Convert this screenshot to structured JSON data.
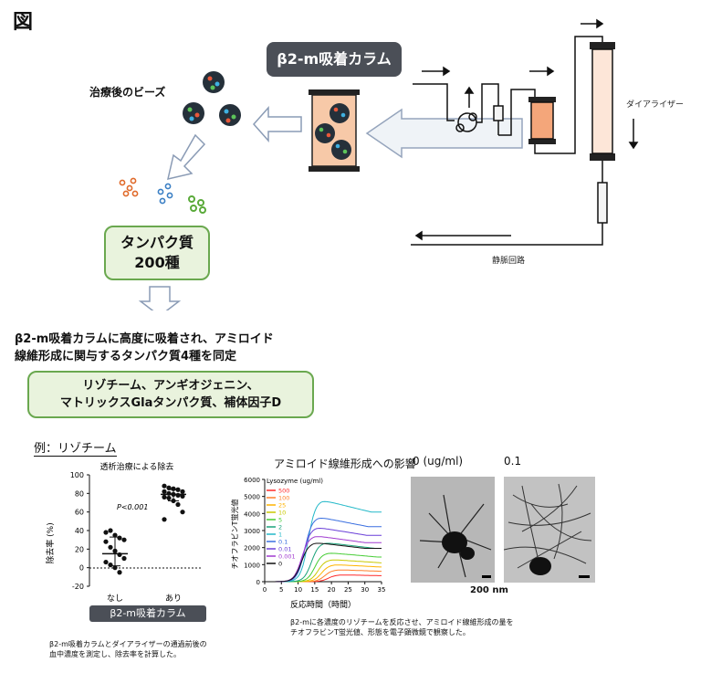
{
  "figure_label": "図",
  "column_banner": "β2-m吸着カラム",
  "beads_label": "治療後のビーズ",
  "dialyzer_label": "ダイアライザー",
  "venous_label": "静脈回路",
  "protein_box": {
    "line1": "タンパク質",
    "line2": "200種"
  },
  "finding": {
    "line1": "β2-m吸着カラムに高度に吸着され、アミロイド",
    "line2": "線維形成に関与するタンパク質4種を同定"
  },
  "proteins_box": {
    "line1": "リゾチーム、アンギオジェニン、",
    "line2": "マトリックスGlaタンパク質、補体因子D"
  },
  "example_label": "例：リゾチーム",
  "removal_chart": {
    "title": "透析治療による除去",
    "ylabel": "除去率 (%)",
    "yticks": [
      "100",
      "80",
      "60",
      "40",
      "20",
      "0",
      "-20"
    ],
    "pvalue": "P<0.001",
    "x_categories": [
      "なし",
      "あり"
    ]
  },
  "column_badge": "β2-m吸着カラム",
  "caption_left": {
    "line1": "β2-m吸着カラムとダイアライザーの通過前後の",
    "line2": "血中濃度を測定し、除去率を計算した。"
  },
  "amyloid_title": "アミロイド線維形成への影響",
  "thioflavin_chart": {
    "ylabel": "チオフラビンT蛍光値",
    "xlabel": "反応時間（時間）",
    "legend_title": "Lysozyme (ug/ml)",
    "yticks": [
      "6000",
      "5000",
      "4000",
      "3000",
      "2000",
      "1000",
      "0"
    ],
    "xticks": [
      "0",
      "5",
      "10",
      "15",
      "20",
      "25",
      "30",
      "35"
    ]
  },
  "em": {
    "label_left": "0 (ug/ml)",
    "label_right": "0.1",
    "scale": "200 nm"
  },
  "caption_right": {
    "line1": "β2-mに各濃度のリゾチームを反応させ、アミロイド線維形成の量を",
    "line2": "チオフラビンT蛍光値、形態を電子顕微鏡で観察した。"
  },
  "chart_data": [
    {
      "type": "scatter",
      "title": "透析治療による除去",
      "ylabel": "除去率 (%)",
      "xlabel": "",
      "categories": [
        "なし",
        "あり"
      ],
      "ylim": [
        -20,
        100
      ],
      "series": [
        {
          "values": [
            38,
            40,
            35,
            32,
            30,
            28,
            22,
            18,
            14,
            10,
            6,
            3,
            0,
            -5
          ]
        },
        {
          "values": [
            88,
            86,
            85,
            84,
            82,
            82,
            80,
            79,
            78,
            77,
            76,
            75,
            72,
            68,
            60,
            52
          ]
        }
      ],
      "median": [
        15,
        79
      ],
      "iqr": [
        [
          2,
          33
        ],
        [
          72,
          84
        ]
      ]
    },
    {
      "type": "line",
      "ylabel": "チオフラビンT蛍光値",
      "xlabel": "反応時間（時間）",
      "xlim": [
        0,
        35
      ],
      "ylim": [
        0,
        6000
      ],
      "series": [
        {
          "name": "500",
          "color": "#ff2a2a",
          "onset": 19,
          "plateau": 400
        },
        {
          "name": "100",
          "color": "#ff7f2a",
          "onset": 18,
          "plateau": 700
        },
        {
          "name": "25",
          "color": "#ffb300",
          "onset": 17,
          "plateau": 1000
        },
        {
          "name": "10",
          "color": "#c9c900",
          "onset": 16,
          "plateau": 1300
        },
        {
          "name": "5",
          "color": "#44cc33",
          "onset": 15,
          "plateau": 1700
        },
        {
          "name": "2",
          "color": "#1aa37a",
          "onset": 14,
          "plateau": 2300
        },
        {
          "name": "1",
          "color": "#22b8c8",
          "onset": 13,
          "plateau": 4800
        },
        {
          "name": "0.1",
          "color": "#3a6fe0",
          "onset": 12,
          "plateau": 3800
        },
        {
          "name": "0.01",
          "color": "#6a3fd8",
          "onset": 11.5,
          "plateau": 3200
        },
        {
          "name": "0.001",
          "color": "#a03ad0",
          "onset": 11,
          "plateau": 2700
        },
        {
          "name": "0",
          "color": "#111111",
          "onset": 11,
          "plateau": 2300
        }
      ]
    }
  ]
}
